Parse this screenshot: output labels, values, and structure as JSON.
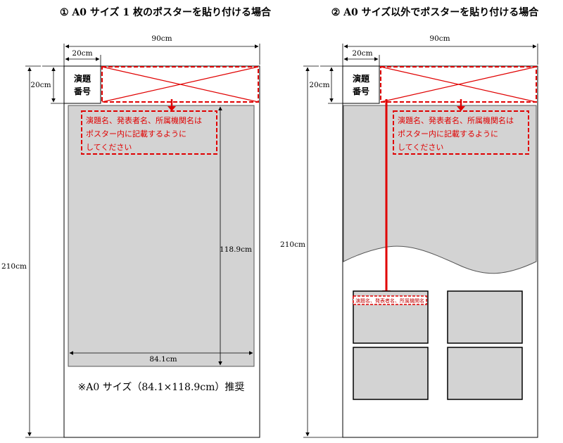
{
  "panel1": {
    "title": "① A0 サイズ 1 枚のポスターを貼り付ける場合",
    "width_label": "90cm",
    "cell_width_label": "20cm",
    "cell_height_label": "20cm",
    "height_label": "210cm",
    "cell_line1": "演題",
    "cell_line2": "番号",
    "instruction_lines": [
      "演題名、発表者名、所属機関名は",
      "ポスター内に記載するように",
      "してください"
    ],
    "poster_height_label": "118.9cm",
    "poster_width_label": "84.1cm",
    "note": "※A0 サイズ（84.1×118.9cm）推奨"
  },
  "panel2": {
    "title": "② A0 サイズ以外でポスターを貼り付ける場合",
    "width_label": "90cm",
    "cell_width_label": "20cm",
    "cell_height_label": "20cm",
    "height_label": "210cm",
    "cell_line1": "演題",
    "cell_line2": "番号",
    "instruction_lines": [
      "演題名、発表者名、所属機関名は",
      "ポスター内に記載するように",
      "してください"
    ],
    "small_label": "演題名、発表者名、所属機関名"
  },
  "colors": {
    "red": "#e00000",
    "poster_gray": "#d3d3d3",
    "border": "#000000"
  }
}
